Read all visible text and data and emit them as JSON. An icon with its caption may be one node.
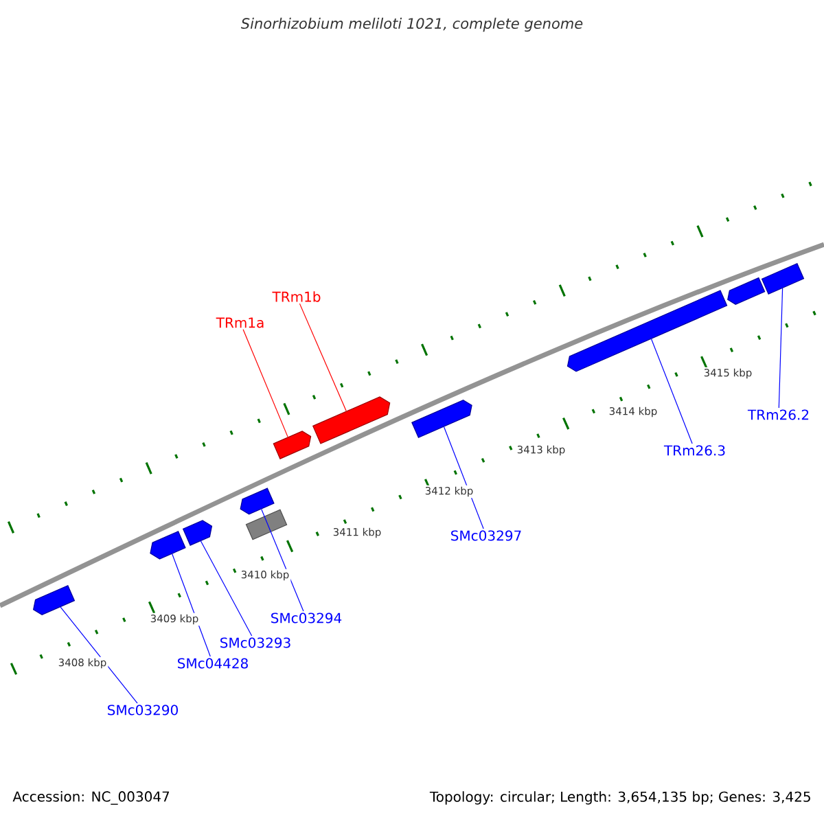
{
  "diagram": {
    "title": "Sinorhizobium meliloti 1021, complete genome",
    "nodes": [
      {
        "text": [],
        "shape": "bar"
      },
      {
        "text": [],
        "shape": "bar"
      },
      {
        "text": [],
        "shape": "bar"
      },
      {
        "text": [],
        "shape": "bar"
      },
      {
        "text": [],
        "shape": "bar"
      },
      {
        "text": [],
        "shape": "bar"
      },
      {
        "text": [],
        "shape": "bar"
      },
      {
        "text": [],
        "shape": "bar"
      },
      {
        "text": [],
        "shape": "bar"
      },
      {
        "text": [],
        "shape": "bar"
      },
      {
        "text": [],
        "shape": "bar"
      },
      {
        "text": [
          "TRm1a"
        ]
      },
      {
        "text": [
          "TRm1b"
        ]
      },
      {
        "text": [
          "SMc03290"
        ]
      },
      {
        "text": [
          "SMc04428"
        ]
      },
      {
        "text": [
          "SMc03293"
        ]
      },
      {
        "text": [
          "SMc03294"
        ]
      },
      {
        "text": [
          "SMc03297"
        ]
      },
      {
        "text": [
          "TRm26.3"
        ]
      },
      {
        "text": [
          "TRm26.2"
        ]
      }
    ],
    "edges": [
      {
        "from": 11,
        "to": 0,
        "arrow": "none",
        "color": "#ff0000"
      },
      {
        "from": 12,
        "to": 1,
        "arrow": "none",
        "color": "#ff0000"
      },
      {
        "from": 13,
        "to": 2,
        "arrow": "none"
      },
      {
        "from": 14,
        "to": 3,
        "arrow": "none"
      },
      {
        "from": 15,
        "to": 4,
        "arrow": "none"
      },
      {
        "from": 16,
        "to": 5,
        "arrow": "none"
      },
      {
        "from": 17,
        "to": 7,
        "arrow": "none"
      },
      {
        "from": 18,
        "to": 8,
        "arrow": "none"
      },
      {
        "from": 19,
        "to": 10,
        "arrow": "none"
      }
    ],
    "labels": [
      "3408 kbp",
      "3409 kbp",
      "3410 kbp",
      "3411 kbp",
      "3412 kbp",
      "3413 kbp",
      "3414 kbp",
      "3415 kbp",
      "Accession: NC_003047",
      "Topology: circular; Length: 3,654,135 bp; Genes: 3,425"
    ]
  }
}
